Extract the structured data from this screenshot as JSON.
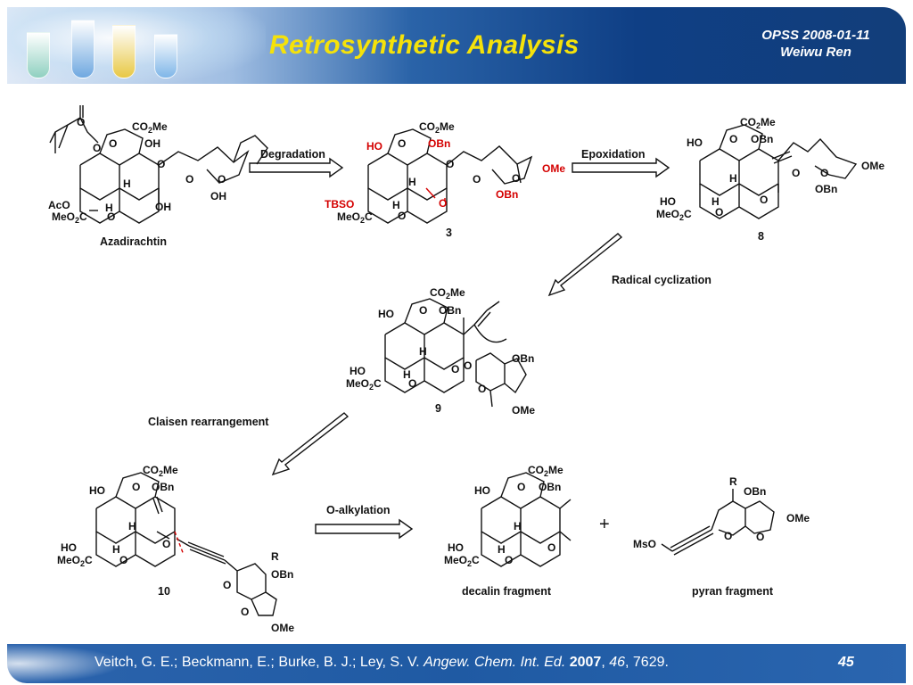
{
  "header": {
    "title": "Retrosynthetic Analysis",
    "meta_line1": "OPSS 2008-01-11",
    "meta_line2": "Weiwu Ren"
  },
  "compounds": {
    "azadirachtin": "Azadirachtin",
    "c3": "3",
    "c8": "8",
    "c9": "9",
    "c10": "10",
    "decalin": "decalin fragment",
    "pyran": "pyran fragment"
  },
  "steps": {
    "degradation": "Degradation",
    "epoxidation": "Epoxidation",
    "radical": "Radical cyclization",
    "claisen": "Claisen rearrangement",
    "oalkyl": "O-alkylation"
  },
  "labels": {
    "co2me": "CO2Me",
    "obn": "OBn",
    "ho": "HO",
    "oh": "OH",
    "ome": "OMe",
    "meo2c": "MeO2C",
    "aco": "AcO",
    "tbso": "TBSO",
    "h": "H",
    "o": "O",
    "r": "R",
    "mso": "MsO",
    "plus": "+"
  },
  "footer": {
    "authors": "Veitch, G. E.; Beckmann, E.; Burke, B. J.; Ley, S. V. ",
    "journal": "Angew. Chem. Int. Ed.",
    "year": "2007",
    "volume": "46",
    "pages": ", 7629.",
    "page_number": "45"
  }
}
